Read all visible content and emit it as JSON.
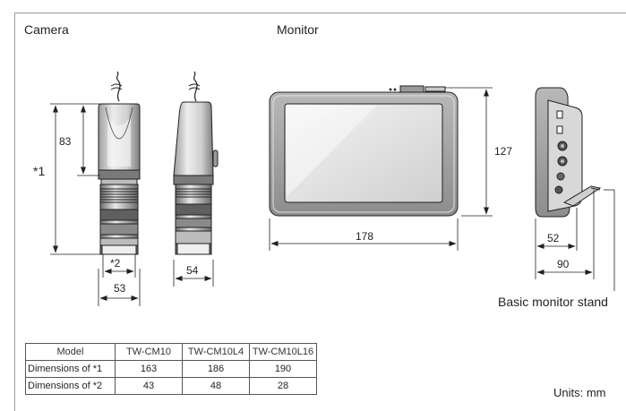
{
  "sections": {
    "camera": "Camera",
    "monitor": "Monitor"
  },
  "camera_dims": {
    "overall_marker": "*1",
    "body_height": "83",
    "lens_marker": "*2",
    "lens_width": "53",
    "side_width": "54"
  },
  "monitor_dims": {
    "width": "178",
    "height": "127",
    "stand_width": "52",
    "stand_depth": "90"
  },
  "stand_caption": "Basic monitor stand",
  "table": {
    "headers": [
      "Model",
      "TW-CM10",
      "TW-CM10L4",
      "TW-CM10L16"
    ],
    "rows": [
      [
        "Dimensions of *1",
        "163",
        "186",
        "190"
      ],
      [
        "Dimensions of *2",
        "43",
        "48",
        "28"
      ]
    ]
  },
  "units": "Units: mm"
}
